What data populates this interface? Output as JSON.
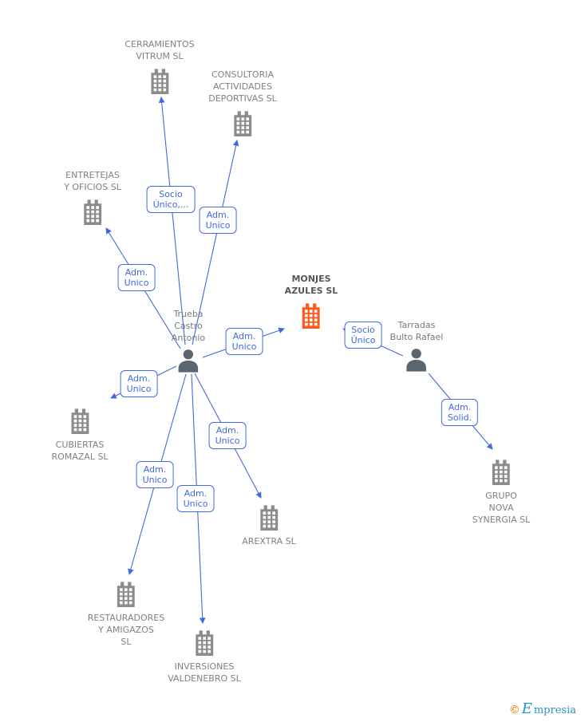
{
  "colors": {
    "edge_blue": "#4169E1",
    "node_gray": "#8C8C8C",
    "person_gray": "#5C6670",
    "accent_orange": "#FF5A1E",
    "label_gray": "#808080",
    "highlight_label": "#555555",
    "brand_teal": "#2596BE",
    "copyright_orange": "#F57C00"
  },
  "nodes": [
    {
      "id": "cerramientos-vitrum",
      "type": "company",
      "label": "CERRAMIENTOS\nVITRUM SL"
    },
    {
      "id": "consultoria-deportivas",
      "type": "company",
      "label": "CONSULTORIA\nACTIVIDADES\nDEPORTIVAS SL"
    },
    {
      "id": "entretejas-oficios",
      "type": "company",
      "label": "ENTRETEJAS\nY OFICIOS SL"
    },
    {
      "id": "monjes-azules",
      "type": "company",
      "highlighted": true,
      "label": "MONJES\nAZULES SL"
    },
    {
      "id": "trueba-castro-antonio",
      "type": "person",
      "label": "Trueba\nCastro\nAntonio"
    },
    {
      "id": "tarradas-bulto-rafael",
      "type": "person",
      "label": "Tarradas\nBulto Rafael"
    },
    {
      "id": "cubiertas-romazal",
      "type": "company",
      "label": "CUBIERTAS\nROMAZAL SL"
    },
    {
      "id": "arextra",
      "type": "company",
      "label": "AREXTRA SL"
    },
    {
      "id": "grupo-nova-synergia",
      "type": "company",
      "label": "GRUPO\nNOVA\nSYNERGIA SL"
    },
    {
      "id": "restauradores-amigazos",
      "type": "company",
      "label": "RESTAURADORES\nY AMIGAZOS\nSL"
    },
    {
      "id": "inversiones-valdenebro",
      "type": "company",
      "label": "INVERSIONES\nVALDENEBRO SL"
    }
  ],
  "edges": [
    {
      "from": "trueba-castro-antonio",
      "to": "cerramientos-vitrum",
      "label": "Socio\nÚnico,..."
    },
    {
      "from": "trueba-castro-antonio",
      "to": "consultoria-deportivas",
      "label": "Adm.\nUnico"
    },
    {
      "from": "trueba-castro-antonio",
      "to": "entretejas-oficios",
      "label": "Adm.\nUnico"
    },
    {
      "from": "trueba-castro-antonio",
      "to": "monjes-azules",
      "label": "Adm.\nUnico"
    },
    {
      "from": "tarradas-bulto-rafael",
      "to": "monjes-azules",
      "label": "Socio\nÚnico"
    },
    {
      "from": "trueba-castro-antonio",
      "to": "cubiertas-romazal",
      "label": "Adm.\nUnico"
    },
    {
      "from": "trueba-castro-antonio",
      "to": "arextra",
      "label": "Adm.\nUnico"
    },
    {
      "from": "trueba-castro-antonio",
      "to": "restauradores-amigazos",
      "label": "Adm.\nUnico"
    },
    {
      "from": "trueba-castro-antonio",
      "to": "inversiones-valdenebro",
      "label": "Adm.\nUnico"
    },
    {
      "from": "tarradas-bulto-rafael",
      "to": "grupo-nova-synergia",
      "label": "Adm.\nSolid."
    }
  ],
  "footer": {
    "copyright_symbol": "©",
    "brand_initial": "E",
    "brand_rest": "mpresia"
  }
}
